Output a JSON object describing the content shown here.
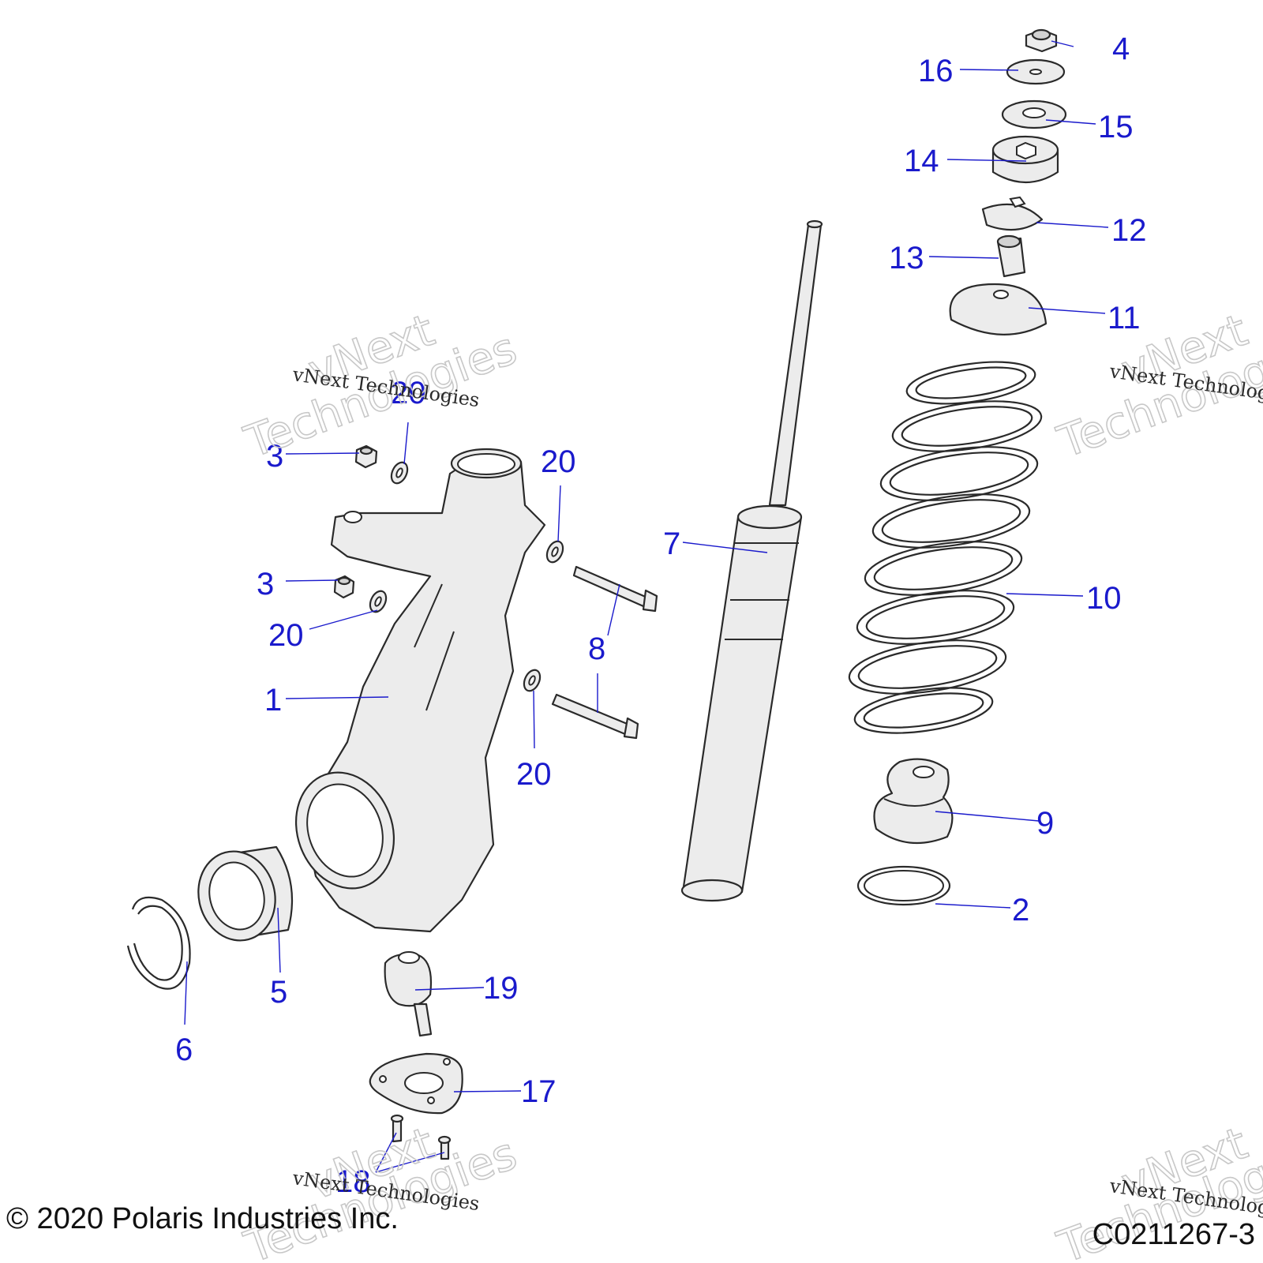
{
  "diagram": {
    "callouts": {
      "c1": "1",
      "c2": "2",
      "c3a": "3",
      "c3b": "3",
      "c4": "4",
      "c5": "5",
      "c6": "6",
      "c7": "7",
      "c8": "8",
      "c9": "9",
      "c10": "10",
      "c11": "11",
      "c12": "12",
      "c13": "13",
      "c14": "14",
      "c15": "15",
      "c16": "16",
      "c17": "17",
      "c18": "18",
      "c19": "19",
      "c20a": "20",
      "c20b": "20",
      "c20c": "20",
      "c20d": "20"
    },
    "watermark": {
      "small": "vNext Technologies",
      "big_line1": "vNext",
      "big_line2": "Technologies"
    },
    "copyright": "© 2020 Polaris Industries Inc.",
    "drawing_number": "C0211267-3"
  }
}
